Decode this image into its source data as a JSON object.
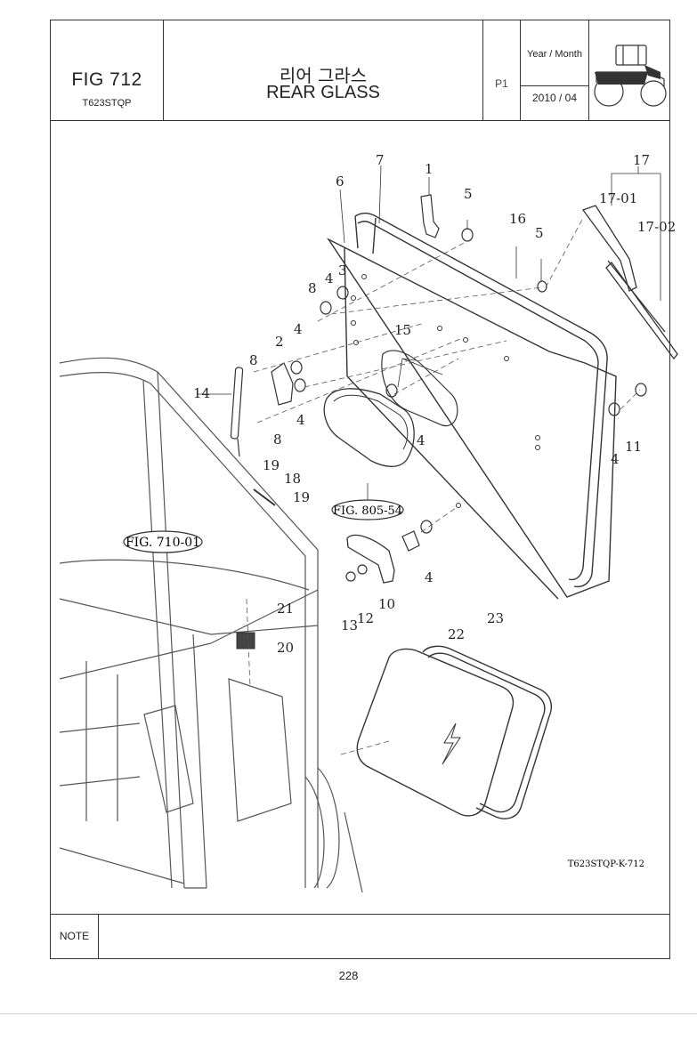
{
  "header": {
    "fig_number": "FIG 712",
    "model": "T623STQP",
    "title_korean": "리어 그라스",
    "title_english": "REAR GLASS",
    "page_code": "P1",
    "year_month_label": "Year / Month",
    "year_month_value": "2010 / 04",
    "logo_icon": "tractor-icon"
  },
  "diagram": {
    "callouts": [
      "1",
      "2",
      "3",
      "4",
      "5",
      "6",
      "7",
      "8",
      "10",
      "11",
      "12",
      "13",
      "14",
      "15",
      "16",
      "17",
      "17-01",
      "17-02",
      "18",
      "19",
      "20",
      "21",
      "22",
      "23"
    ],
    "references": [
      "FIG. 805-54",
      "FIG. 710-01"
    ],
    "drawing_code": "T623STQP-K-712"
  },
  "footer": {
    "note_label": "NOTE",
    "page_number": "228"
  }
}
